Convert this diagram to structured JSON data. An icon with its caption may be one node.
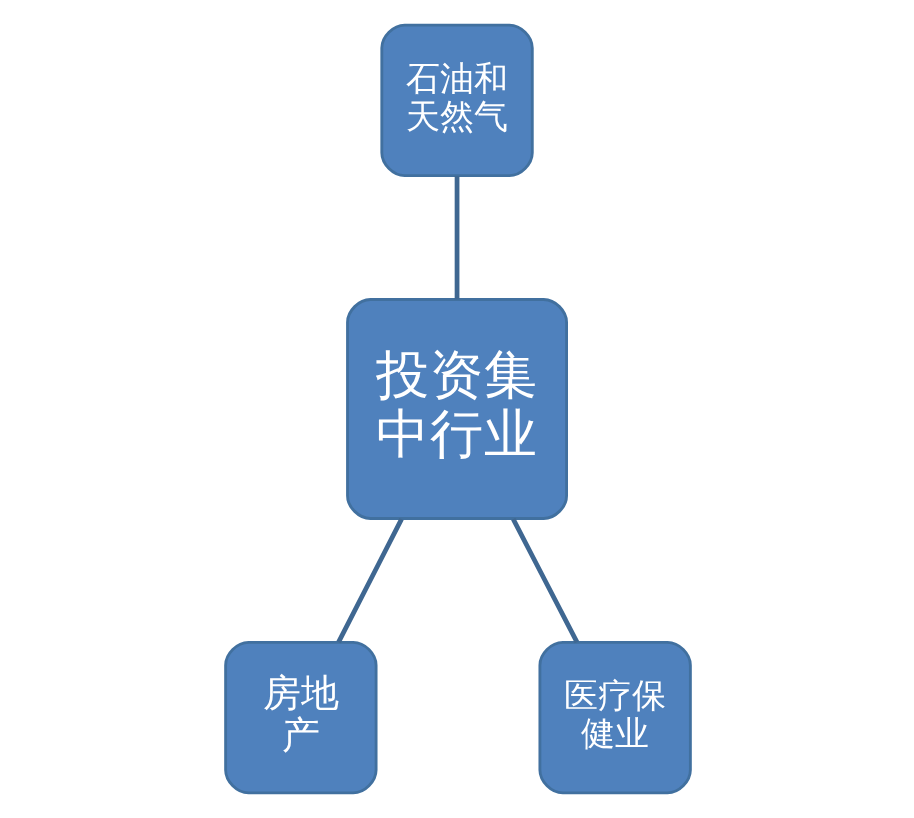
{
  "diagram": {
    "nodes": [
      {
        "text": [
          "石油和天然气"
        ]
      },
      {
        "text": [
          "投资集中行业"
        ]
      },
      {
        "text": [
          "房地产"
        ]
      },
      {
        "text": [
          "医疗保健业"
        ]
      }
    ],
    "edges": [
      {
        "from": 0,
        "to": 1,
        "arrow": "none"
      },
      {
        "from": 1,
        "to": 2,
        "arrow": "none"
      },
      {
        "from": 1,
        "to": 3,
        "arrow": "none"
      }
    ]
  }
}
